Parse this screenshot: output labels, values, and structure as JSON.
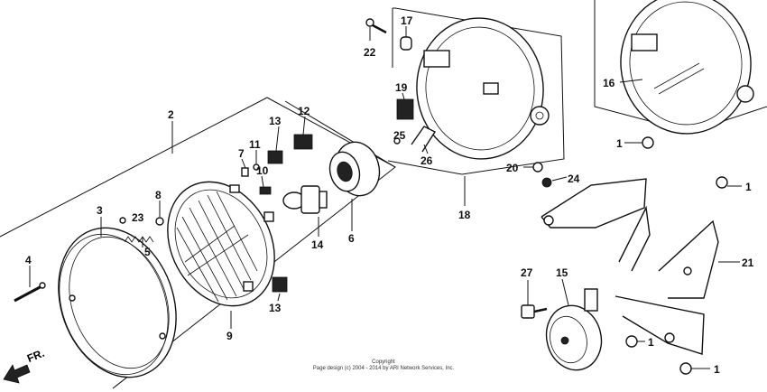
{
  "diagram": {
    "direction_label": "FR.",
    "copyright_line1": "Copyright",
    "copyright_line2": "Page design (c) 2004 - 2014 by ARI Network Services, Inc.",
    "callouts": {
      "p1a": "1",
      "p1b": "1",
      "p1c": "1",
      "p1d": "1",
      "p2": "2",
      "p3": "3",
      "p4": "4",
      "p5": "5",
      "p6": "6",
      "p7": "7",
      "p8": "8",
      "p9": "9",
      "p10": "10",
      "p11": "11",
      "p12": "12",
      "p13a": "13",
      "p13b": "13",
      "p14": "14",
      "p15": "15",
      "p16": "16",
      "p17": "17",
      "p18": "18",
      "p19": "19",
      "p20": "20",
      "p21": "21",
      "p22": "22",
      "p23": "23",
      "p24": "24",
      "p25": "25",
      "p26": "26",
      "p27": "27"
    }
  }
}
